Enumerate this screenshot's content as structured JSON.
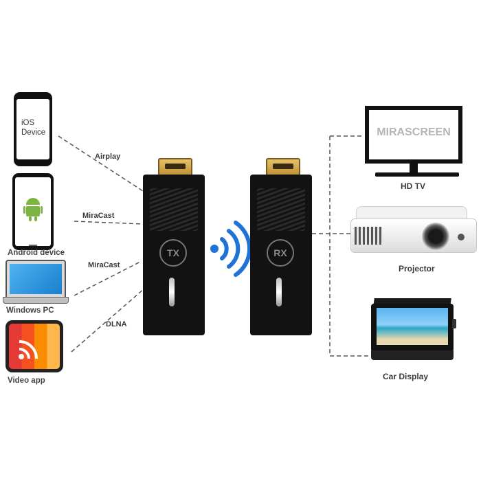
{
  "sources": [
    {
      "label": "iOS\nDevice",
      "icon": "iphone-icon"
    },
    {
      "label": "Android device",
      "icon": "android-phone-icon"
    },
    {
      "label": "Windows PC",
      "icon": "laptop-icon"
    },
    {
      "label": "Video app",
      "icon": "cast-app-icon"
    }
  ],
  "protocols": [
    "Airplay",
    "MiraCast",
    "MiraCast",
    "DLNA"
  ],
  "transmitter": {
    "badge": "TX"
  },
  "receiver": {
    "badge": "RX"
  },
  "outputs": [
    {
      "label": "HD TV",
      "screen_text": "MIRASCREEN",
      "icon": "tv-icon"
    },
    {
      "label": "Projector",
      "icon": "projector-icon"
    },
    {
      "label": "Car Display",
      "icon": "car-display-icon"
    }
  ],
  "colors": {
    "wifi": "#1f73d6",
    "dongle": "#121212",
    "plug": "#d4a848",
    "line": "#555555"
  }
}
